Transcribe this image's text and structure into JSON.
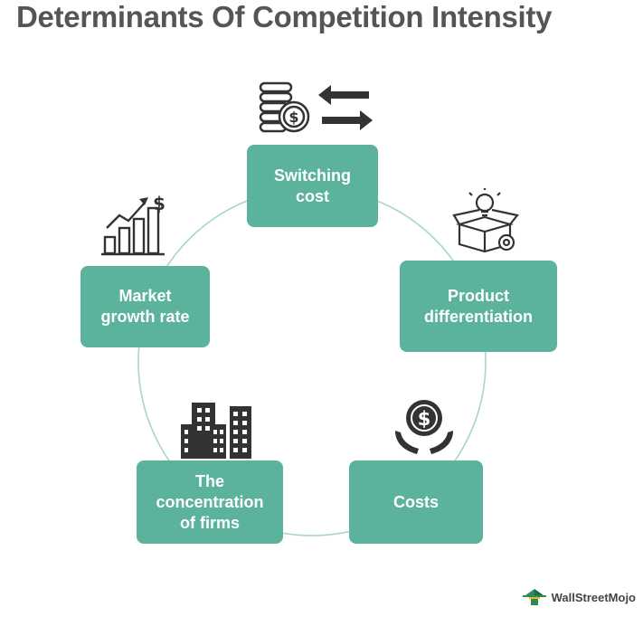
{
  "title": "Determinants Of Competition Intensity",
  "nodes": [
    {
      "id": "switching-cost",
      "label": "Switching\ncost",
      "icon": "coins-exchange-icon"
    },
    {
      "id": "product-differentiation",
      "label": "Product\ndifferentiation",
      "icon": "box-lightbulb-gear-icon"
    },
    {
      "id": "costs",
      "label": "Costs",
      "icon": "hands-dollar-coin-icon"
    },
    {
      "id": "concentration-of-firms",
      "label": "The\nconcentration\nof firms",
      "icon": "buildings-icon"
    },
    {
      "id": "market-growth-rate",
      "label": "Market\ngrowth rate",
      "icon": "growth-chart-dollar-icon"
    }
  ],
  "brand": {
    "name": "WallStreetMojo",
    "icon": "wallstreetmojo-logo-icon"
  },
  "colors": {
    "box": "#5bb39d",
    "ring": "#a8d5c6",
    "title": "#555555",
    "icon": "#333333"
  }
}
